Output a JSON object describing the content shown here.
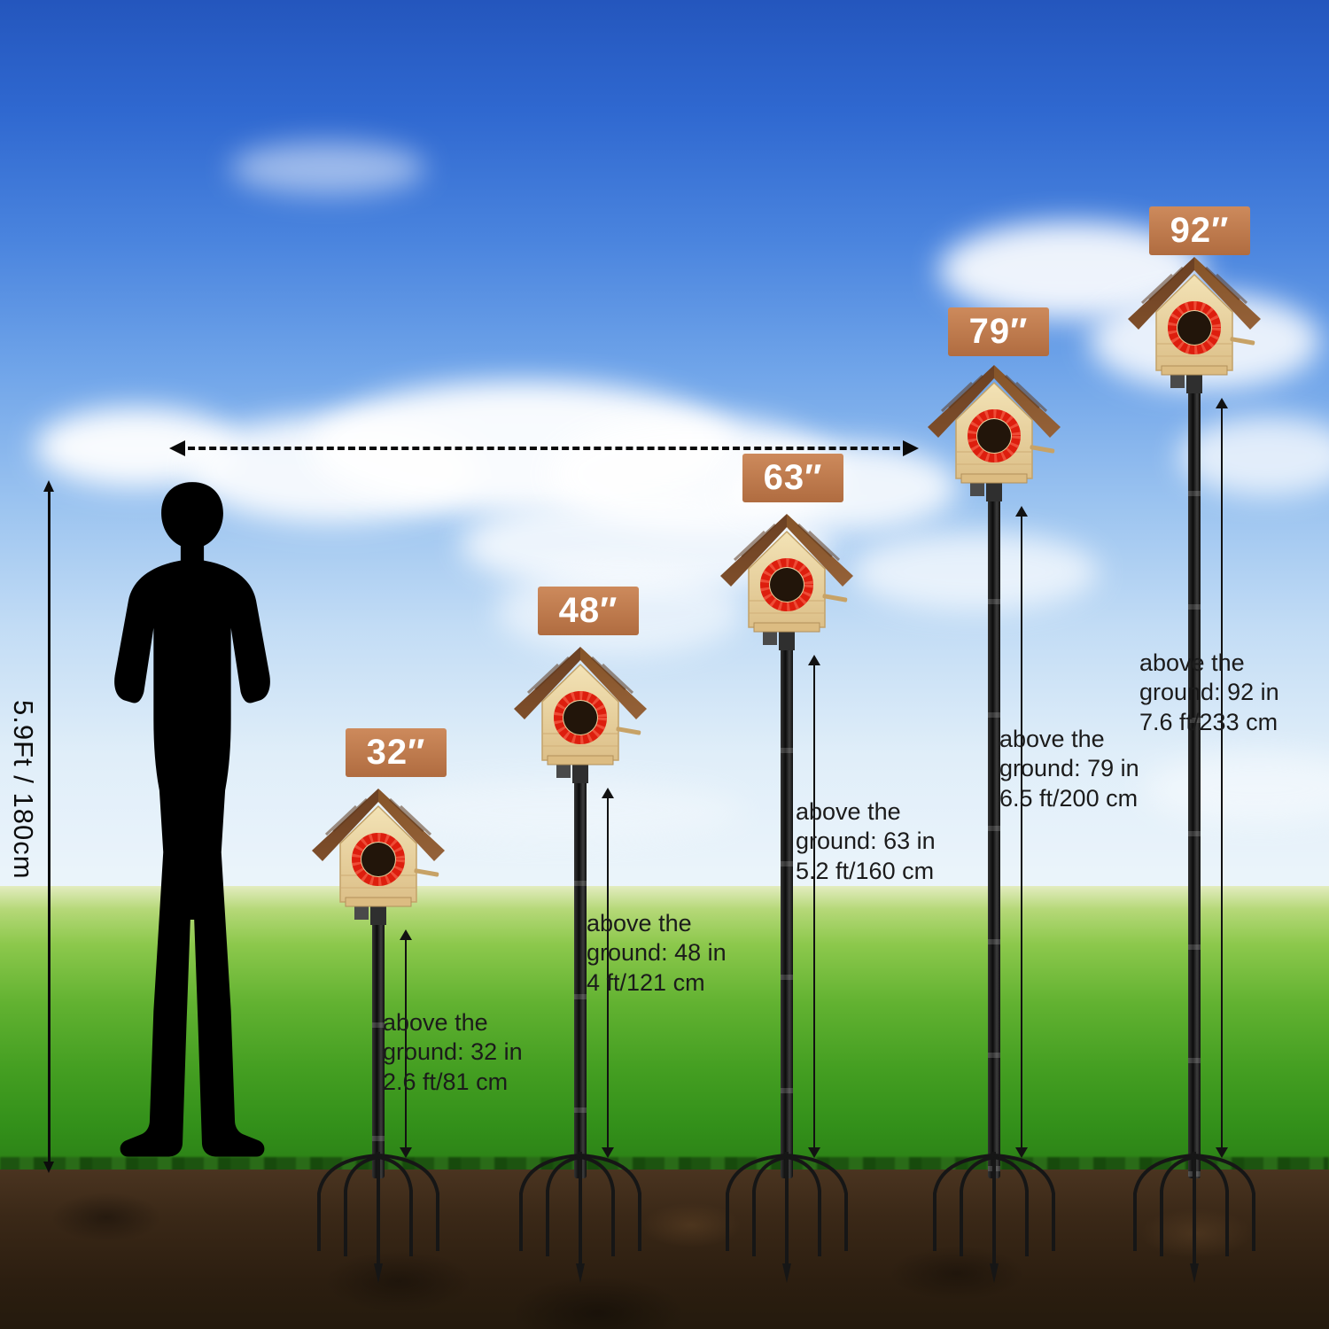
{
  "person": {
    "height_label": "5.9Ft / 180cm"
  },
  "poles": [
    {
      "height_label": "32″",
      "annotation": [
        "above the",
        "ground: 32 in",
        "2.6 ft/81 cm"
      ]
    },
    {
      "height_label": "48″",
      "annotation": [
        "above the",
        "ground: 48 in",
        "4 ft/121 cm"
      ]
    },
    {
      "height_label": "63″",
      "annotation": [
        "above the",
        "ground: 63 in",
        "5.2 ft/160 cm"
      ]
    },
    {
      "height_label": "79″",
      "annotation": [
        "above the",
        "ground: 79 in",
        "6.5 ft/200 cm"
      ]
    },
    {
      "height_label": "92″",
      "annotation": [
        "above the",
        "ground: 92 in",
        "7.6 ft/233 cm"
      ]
    }
  ],
  "measurements": {
    "heights_in": [
      32,
      48,
      63,
      79,
      92
    ],
    "heights_ft": [
      2.6,
      4,
      5.2,
      6.5,
      7.6
    ],
    "heights_cm": [
      81,
      121,
      160,
      200,
      233
    ],
    "person_reference": "5.9Ft / 180cm"
  },
  "colors": {
    "badge_bg": "#bf7a4e",
    "badge_text": "#ffffff",
    "annotation_text": "#1b1b1b",
    "sky_top": "#2456bd",
    "grass_green": "#459f22",
    "dirt_brown": "#3a2817",
    "pole_black": "#141414",
    "roof_bark": "#7a4c29",
    "house_wood": "#ecd7a4",
    "hole_ring_red": "#dd1e0e"
  }
}
